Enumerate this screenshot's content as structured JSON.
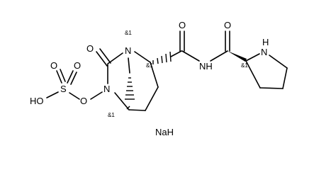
{
  "molecule": {
    "atoms": {
      "o_carbonyl_bicyclic": "O",
      "n_bridgehead": "N",
      "n_ring": "N",
      "o_n_oxy": "O",
      "s_sulfate": "S",
      "o_sulfate_top_left": "O",
      "o_sulfate_top_right": "O",
      "o_sulfate_bottom": "O",
      "ho_sulfate": "HO",
      "o_amide1": "O",
      "nh_amide": "NH",
      "o_amide2": "O",
      "nh_pyrrolidine": "H",
      "n_pyrrolidine": "N"
    },
    "stereo_labels": {
      "bridgehead_n": "&1",
      "c2": "&1",
      "bridgehead_c": "&1",
      "pyrrolidine_c2": "&1"
    },
    "counter_ion": "NaH"
  }
}
